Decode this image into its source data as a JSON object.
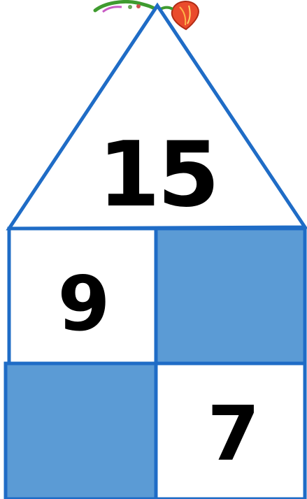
{
  "house": {
    "roof_number": "15",
    "cells": {
      "top_left": "9",
      "bottom_right": "7"
    }
  },
  "colors": {
    "outline": "#1f6cc6",
    "filled_cell": "#5b9bd5",
    "text": "#000000",
    "background": "#ffffff"
  }
}
